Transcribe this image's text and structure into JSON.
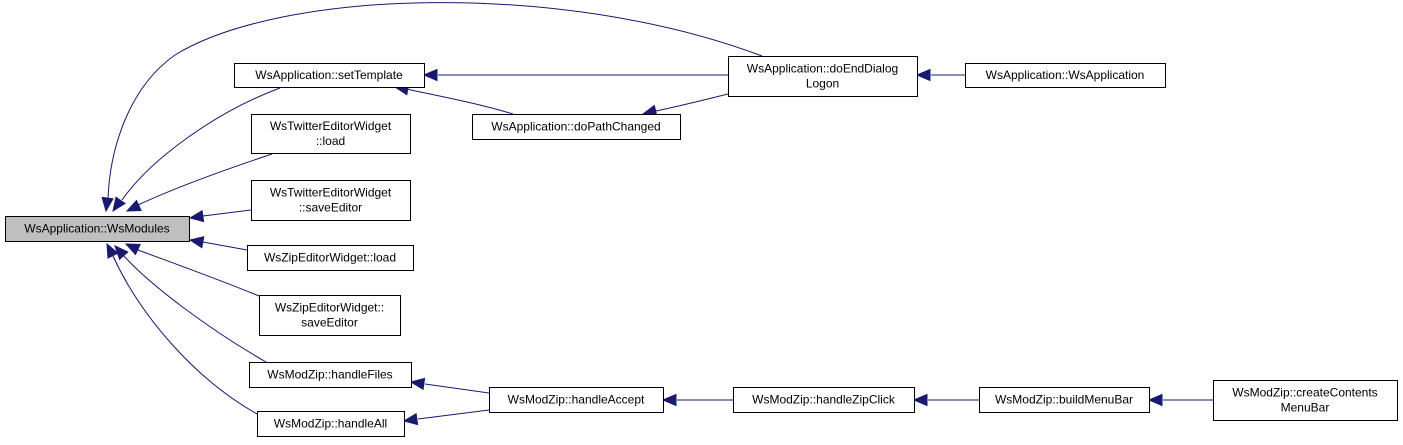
{
  "graph": {
    "nodes": {
      "ws_modules": {
        "lines": [
          "WsApplication::WsModules"
        ],
        "root": true
      },
      "set_template": {
        "lines": [
          "WsApplication::setTemplate"
        ]
      },
      "do_end_dialog_logon": {
        "lines": [
          "WsApplication::doEndDialog",
          "Logon"
        ]
      },
      "ws_application": {
        "lines": [
          "WsApplication::WsApplication"
        ]
      },
      "do_path_changed": {
        "lines": [
          "WsApplication::doPathChanged"
        ]
      },
      "twitter_load": {
        "lines": [
          "WsTwitterEditorWidget",
          "::load"
        ]
      },
      "twitter_save_editor": {
        "lines": [
          "WsTwitterEditorWidget",
          "::saveEditor"
        ]
      },
      "zip_editor_load": {
        "lines": [
          "WsZipEditorWidget::load"
        ]
      },
      "zip_editor_save_editor": {
        "lines": [
          "WsZipEditorWidget::",
          "saveEditor"
        ]
      },
      "handle_files": {
        "lines": [
          "WsModZip::handleFiles"
        ]
      },
      "handle_all": {
        "lines": [
          "WsModZip::handleAll"
        ]
      },
      "handle_accept": {
        "lines": [
          "WsModZip::handleAccept"
        ]
      },
      "handle_zip_click": {
        "lines": [
          "WsModZip::handleZipClick"
        ]
      },
      "build_menu_bar": {
        "lines": [
          "WsModZip::buildMenuBar"
        ]
      },
      "create_contents_menu_bar": {
        "lines": [
          "WsModZip::createContents",
          "MenuBar"
        ]
      }
    },
    "edges": [
      {
        "from": "set_template",
        "to": "ws_modules"
      },
      {
        "from": "do_end_dialog_logon",
        "to": "ws_modules"
      },
      {
        "from": "twitter_load",
        "to": "ws_modules"
      },
      {
        "from": "twitter_save_editor",
        "to": "ws_modules"
      },
      {
        "from": "zip_editor_load",
        "to": "ws_modules"
      },
      {
        "from": "zip_editor_save_editor",
        "to": "ws_modules"
      },
      {
        "from": "handle_files",
        "to": "ws_modules"
      },
      {
        "from": "handle_all",
        "to": "ws_modules"
      },
      {
        "from": "do_end_dialog_logon",
        "to": "set_template"
      },
      {
        "from": "do_path_changed",
        "to": "set_template"
      },
      {
        "from": "do_end_dialog_logon",
        "to": "do_path_changed"
      },
      {
        "from": "ws_application",
        "to": "do_end_dialog_logon"
      },
      {
        "from": "handle_accept",
        "to": "handle_files"
      },
      {
        "from": "handle_accept",
        "to": "handle_all"
      },
      {
        "from": "handle_zip_click",
        "to": "handle_accept"
      },
      {
        "from": "build_menu_bar",
        "to": "handle_zip_click"
      },
      {
        "from": "create_contents_menu_bar",
        "to": "build_menu_bar"
      }
    ],
    "colors": {
      "edge": "#191970",
      "root_fill": "#bfbfbf",
      "node_fill": "#ffffff",
      "node_stroke": "#000000"
    }
  }
}
